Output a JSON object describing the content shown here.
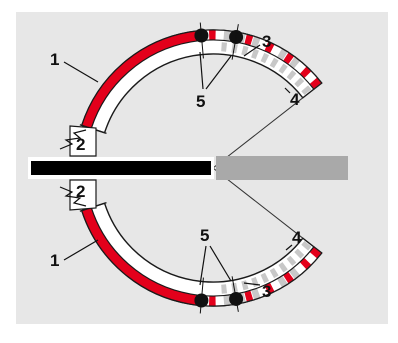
{
  "diagram": {
    "colors": {
      "background": "#ffffff",
      "panel": "#e7e7e7",
      "seal_red": "#e3001b",
      "seal_fill": "#ffffff",
      "seal_outline": "#1a1a1a",
      "segment_gray": "#c8c8c8",
      "bar_black": "#000000",
      "bar_gray": "#a9a9a9",
      "dot": "#111111"
    },
    "labels": {
      "upper_1": "1",
      "upper_2": "2",
      "upper_3": "3",
      "upper_4": "4",
      "upper_5": "5",
      "lower_1": "1",
      "lower_2": "2",
      "lower_3": "3",
      "lower_4": "4",
      "lower_5": "5"
    }
  }
}
